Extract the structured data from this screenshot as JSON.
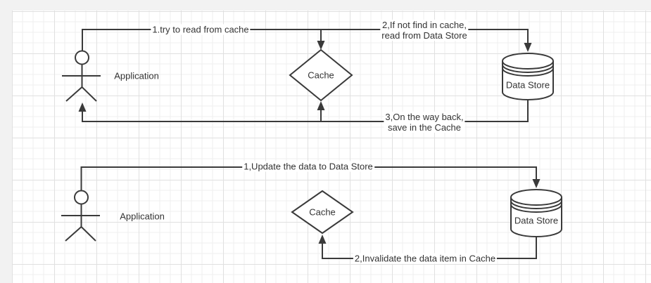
{
  "style": {
    "outer_background": "#f2f2f2",
    "canvas_background": "#ffffff",
    "grid_minor_color": "#efefef",
    "grid_major_color": "#e0e0e0",
    "line_color": "#3a3a3a",
    "text_color": "#333333",
    "node_fill": "#ffffff"
  },
  "read_flow": {
    "actor_label": "Application",
    "cache_label": "Cache",
    "datastore_label": "Data Store",
    "msg_try_read": "1.try to read from cache",
    "msg_not_found_line1": "2,If not find in cache,",
    "msg_not_found_line2": "read from Data Store",
    "msg_way_back_line1": "3,On the way back,",
    "msg_way_back_line2": "save in the Cache"
  },
  "update_flow": {
    "actor_label": "Application",
    "cache_label": "Cache",
    "datastore_label": "Data Store",
    "msg_update": "1,Update the data to Data Store",
    "msg_invalidate": "2,Invalidate the data item in Cache"
  }
}
